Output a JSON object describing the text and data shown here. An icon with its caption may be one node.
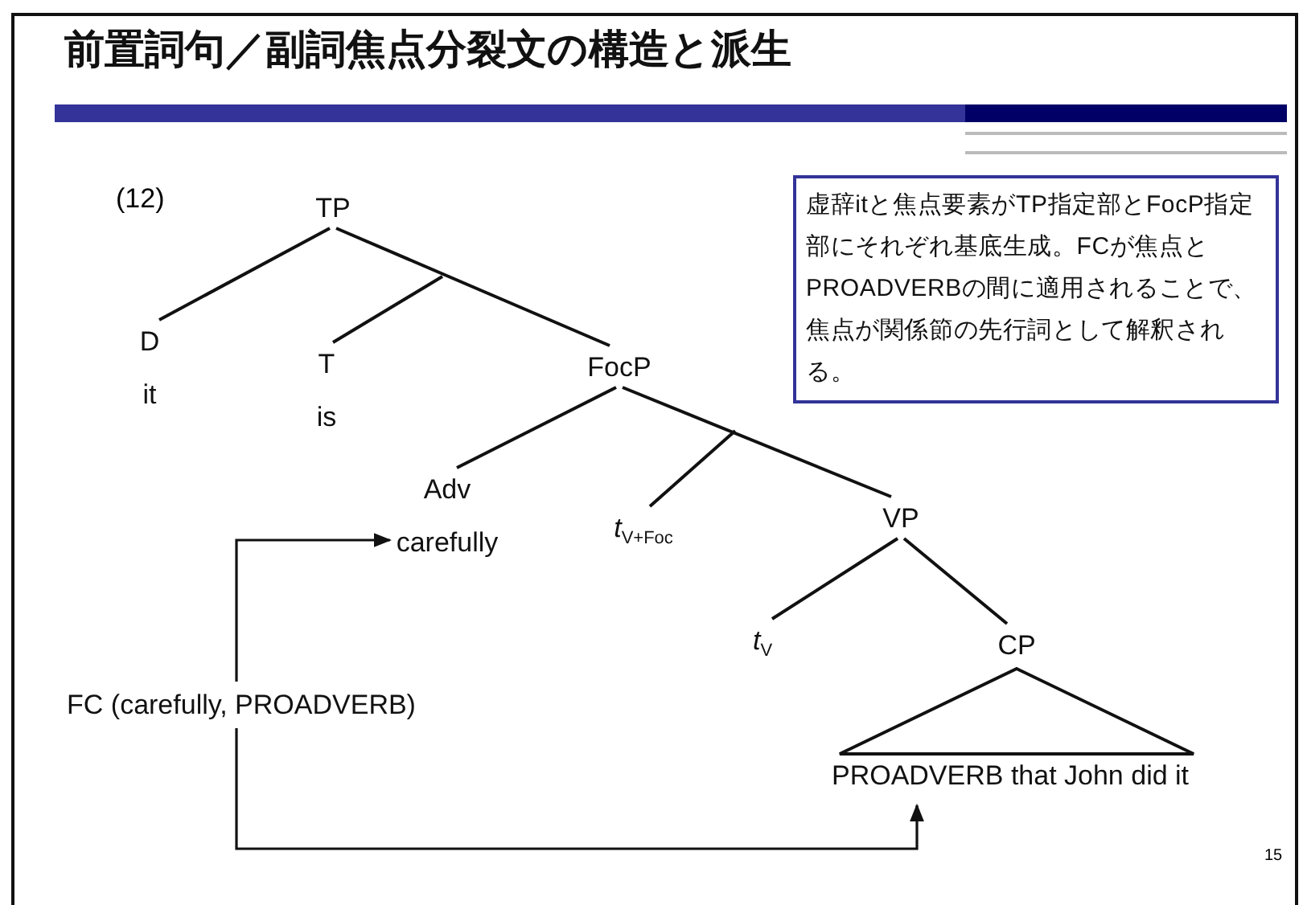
{
  "diagram": {
    "title": "前置詞句／副詞焦点分裂文の構造と派生",
    "nodes": [
      {
        "text": [
          "TP"
        ]
      },
      {
        "text": [
          "D",
          "it"
        ]
      },
      {
        "text": [
          "T",
          "is"
        ]
      },
      {
        "text": [
          "FocP"
        ]
      },
      {
        "text": [
          "Adv",
          "carefully"
        ]
      },
      {
        "text": [
          "*t*$_{V+Foc}$"
        ]
      },
      {
        "text": [
          "VP"
        ]
      },
      {
        "text": [
          "*t*$_{V}$"
        ]
      },
      {
        "text": [
          "CP"
        ]
      },
      {
        "text": [
          "PROADVERB that John did it"
        ]
      },
      {
        "text": [
          "FC (carefully, PROADVERB)"
        ]
      },
      {
        "text": [
          "虚辞itと焦点要素がTP指定部とFocP指定部にそれぞれ基底生成。FCが焦点とPROADVERBの間に適用されることで、焦点が関係節の先行詞として解釈される。"
        ]
      }
    ],
    "edges": [
      {
        "from": 0,
        "to": 1,
        "arrow": "none"
      },
      {
        "from": 0,
        "to": 3,
        "arrow": "none"
      },
      {
        "from": null,
        "to": 2,
        "arrow": "none"
      },
      {
        "from": 3,
        "to": 4,
        "arrow": "none"
      },
      {
        "from": 3,
        "to": 6,
        "arrow": "none"
      },
      {
        "from": null,
        "to": 5,
        "arrow": "none"
      },
      {
        "from": 6,
        "to": 7,
        "arrow": "none"
      },
      {
        "from": 6,
        "to": 8,
        "arrow": "none"
      },
      {
        "from": 8,
        "to": 9,
        "arrow": "none"
      },
      {
        "from": 10,
        "to": 4,
        "arrow": "to"
      },
      {
        "from": 10,
        "to": 9,
        "arrow": "to"
      }
    ],
    "labels": [
      "(12)",
      "15"
    ]
  }
}
